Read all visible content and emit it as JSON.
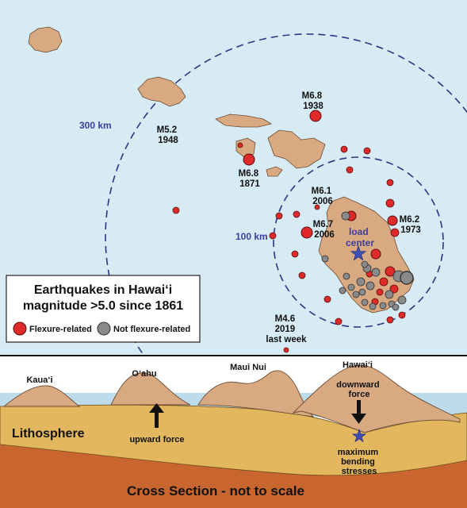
{
  "map": {
    "rings": [
      {
        "label": "300 km"
      },
      {
        "label": "100 km"
      }
    ],
    "load_center_label": [
      "load",
      "center"
    ],
    "quake_labels": [
      {
        "lines": [
          "M6.8",
          "1938"
        ]
      },
      {
        "lines": [
          "M5.2",
          "1948"
        ]
      },
      {
        "lines": [
          "M6.8",
          "1871"
        ]
      },
      {
        "lines": [
          "M6.1",
          "2006"
        ]
      },
      {
        "lines": [
          "M6.7",
          "2006"
        ]
      },
      {
        "lines": [
          "M6.2",
          "1973"
        ]
      },
      {
        "lines": [
          "M4.6",
          "2019",
          "last week"
        ]
      }
    ]
  },
  "legend": {
    "title_line1": "Earthquakes in Hawai‘i",
    "title_line2": "magnitude >5.0 since 1861",
    "items": [
      {
        "label": "Flexure-related",
        "color": "#e02a2a"
      },
      {
        "label": "Not flexure-related",
        "color": "#8a8a8a"
      }
    ]
  },
  "cross_section": {
    "islands": [
      "Kaua‘i",
      "O‘ahu",
      "Maui Nui",
      "Hawai‘i"
    ],
    "layer_label": "Lithosphere",
    "upward_label": "upward force",
    "downward_label": [
      "downward",
      "force"
    ],
    "bending_label": [
      "maximum",
      "bending",
      "stresses"
    ],
    "title": "Cross Section - not to scale"
  },
  "colors": {
    "ocean": "#d6ebf4",
    "land": "#d9aa82",
    "flexure": "#e02a2a",
    "non_flexure": "#8a8a8a",
    "ring": "#2b3584",
    "lithosphere": "#e2b75e",
    "mantle": "#c9652f"
  }
}
